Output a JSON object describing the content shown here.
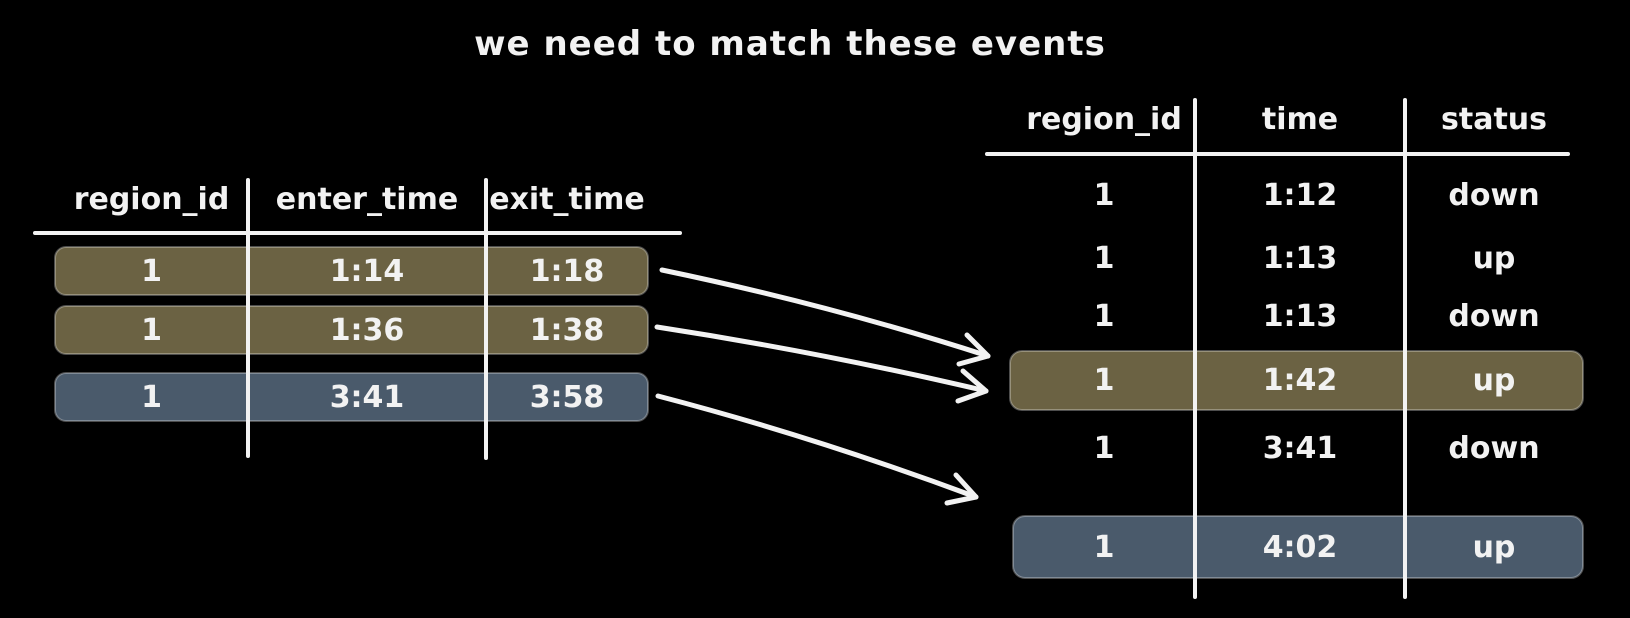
{
  "title": "we need to match these events",
  "colors": {
    "background": "#000000",
    "text": "#f2f2f2",
    "line": "#f2f2f2",
    "highlight_olive": "#6b6243",
    "highlight_blue": "#4a5a6b"
  },
  "left_table": {
    "columns": [
      "region_id",
      "enter_time",
      "exit_time"
    ],
    "rows": [
      {
        "region_id": "1",
        "enter_time": "1:14",
        "exit_time": "1:18",
        "highlight": "olive"
      },
      {
        "region_id": "1",
        "enter_time": "1:36",
        "exit_time": "1:38",
        "highlight": "olive"
      },
      {
        "region_id": "1",
        "enter_time": "3:41",
        "exit_time": "3:58",
        "highlight": "blue"
      }
    ]
  },
  "right_table": {
    "columns": [
      "region_id",
      "time",
      "status"
    ],
    "rows": [
      {
        "region_id": "1",
        "time": "1:12",
        "status": "down",
        "highlight": null
      },
      {
        "region_id": "1",
        "time": "1:13",
        "status": "up",
        "highlight": null
      },
      {
        "region_id": "1",
        "time": "1:13",
        "status": "down",
        "highlight": null
      },
      {
        "region_id": "1",
        "time": "1:42",
        "status": "up",
        "highlight": "olive"
      },
      {
        "region_id": "1",
        "time": "3:41",
        "status": "down",
        "highlight": null
      },
      {
        "region_id": "1",
        "time": "4:02",
        "status": "up",
        "highlight": "blue"
      }
    ]
  },
  "arrows": [
    {
      "from_left_row": 0,
      "to_right_row": 3
    },
    {
      "from_left_row": 1,
      "to_right_row": 3
    },
    {
      "from_left_row": 2,
      "to_right_row": 5
    }
  ]
}
